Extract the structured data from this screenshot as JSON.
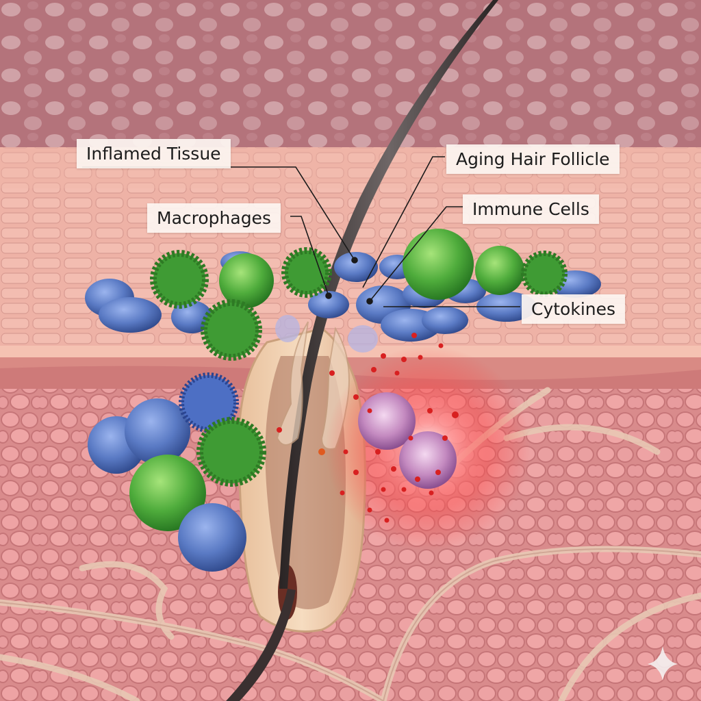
{
  "labels": {
    "inflamed_tissue": "Inflamed Tissue",
    "aging_hair_follicle": "Aging Hair Follicle",
    "macrophages": "Macrophages",
    "immune_cells": "Immune Cells",
    "cytokines": "Cytokines"
  },
  "colors": {
    "skin": "#e9a79c",
    "tissue": "#e39a98",
    "immune_cell_blue": "#4f6fb5",
    "macrophage_green": "#4aa63e",
    "cytokine_red": "#e02a2a",
    "hair": "#3a3434",
    "follicle_sheath": "#f0cfb0"
  },
  "icons": {
    "corner_mark": "sparkle-icon"
  }
}
